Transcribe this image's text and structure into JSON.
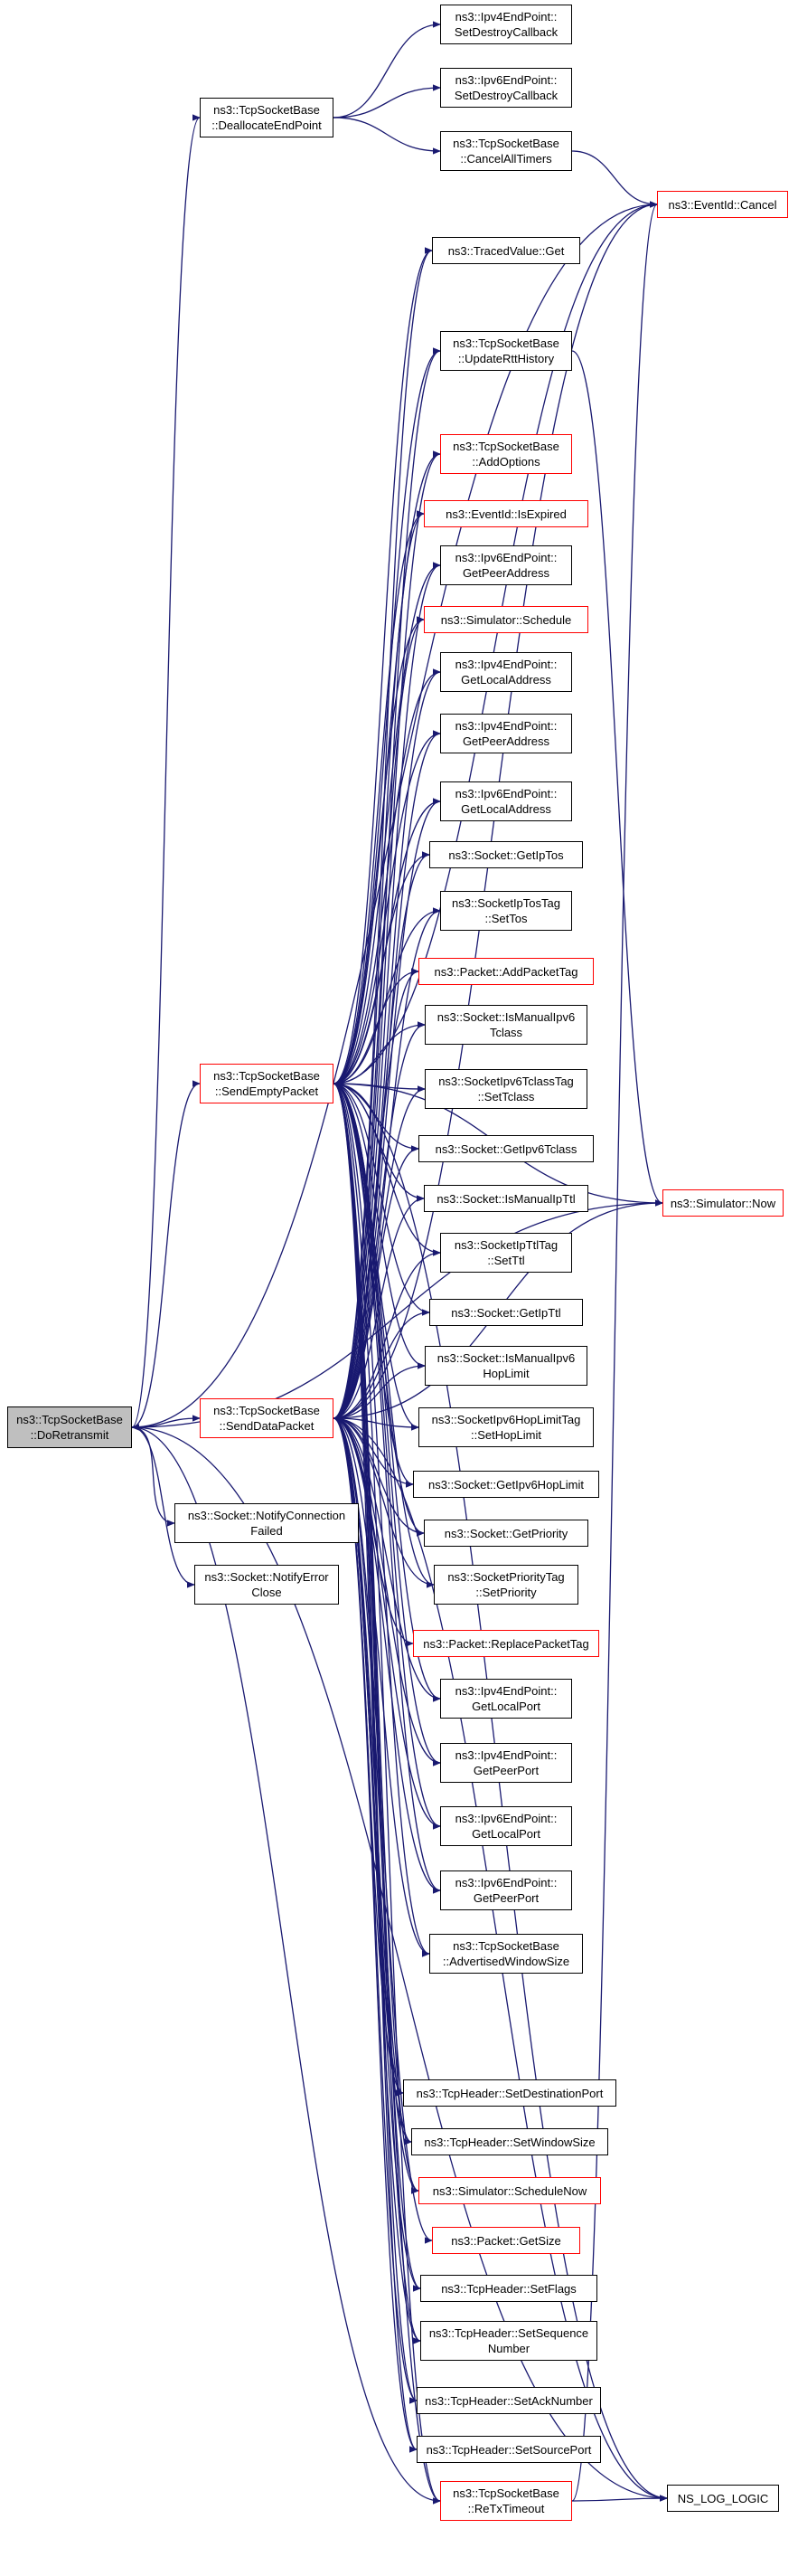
{
  "diagram": {
    "colors": {
      "edge": "#191970",
      "normal_border": "#000000",
      "truncated_border": "#ff0000",
      "root_fill": "#bfbfbf"
    },
    "nodes": {
      "do_retransmit": {
        "lines": [
          "ns3::TcpSocketBase",
          "::DoRetransmit"
        ],
        "style": "root"
      },
      "deallocate": {
        "lines": [
          "ns3::TcpSocketBase",
          "::DeallocateEndPoint"
        ],
        "style": "normal"
      },
      "send_empty": {
        "lines": [
          "ns3::TcpSocketBase",
          "::SendEmptyPacket"
        ],
        "style": "red"
      },
      "send_data": {
        "lines": [
          "ns3::TcpSocketBase",
          "::SendDataPacket"
        ],
        "style": "red"
      },
      "notify_conn_failed": {
        "lines": [
          "ns3::Socket::NotifyConnection",
          "Failed"
        ],
        "style": "normal"
      },
      "notify_error_close": {
        "lines": [
          "ns3::Socket::NotifyError",
          "Close"
        ],
        "style": "normal"
      },
      "ipv4_set_destroy": {
        "lines": [
          "ns3::Ipv4EndPoint::",
          "SetDestroyCallback"
        ],
        "style": "normal"
      },
      "ipv6_set_destroy": {
        "lines": [
          "ns3::Ipv6EndPoint::",
          "SetDestroyCallback"
        ],
        "style": "normal"
      },
      "cancel_all_timers": {
        "lines": [
          "ns3::TcpSocketBase",
          "::CancelAllTimers"
        ],
        "style": "normal"
      },
      "eventid_cancel": {
        "lines": [
          "ns3::EventId::Cancel"
        ],
        "style": "red"
      },
      "traced_get": {
        "lines": [
          "ns3::TracedValue::Get"
        ],
        "style": "normal"
      },
      "update_rtt": {
        "lines": [
          "ns3::TcpSocketBase",
          "::UpdateRttHistory"
        ],
        "style": "normal"
      },
      "add_options": {
        "lines": [
          "ns3::TcpSocketBase",
          "::AddOptions"
        ],
        "style": "red"
      },
      "is_expired": {
        "lines": [
          "ns3::EventId::IsExpired"
        ],
        "style": "red"
      },
      "ipv6_peer_addr": {
        "lines": [
          "ns3::Ipv6EndPoint::",
          "GetPeerAddress"
        ],
        "style": "normal"
      },
      "sim_schedule": {
        "lines": [
          "ns3::Simulator::Schedule"
        ],
        "style": "red"
      },
      "ipv4_local_addr": {
        "lines": [
          "ns3::Ipv4EndPoint::",
          "GetLocalAddress"
        ],
        "style": "normal"
      },
      "ipv4_peer_addr": {
        "lines": [
          "ns3::Ipv4EndPoint::",
          "GetPeerAddress"
        ],
        "style": "normal"
      },
      "ipv6_local_addr": {
        "lines": [
          "ns3::Ipv6EndPoint::",
          "GetLocalAddress"
        ],
        "style": "normal"
      },
      "get_ip_tos": {
        "lines": [
          "ns3::Socket::GetIpTos"
        ],
        "style": "normal"
      },
      "iptos_set": {
        "lines": [
          "ns3::SocketIpTosTag",
          "::SetTos"
        ],
        "style": "normal"
      },
      "add_packet_tag": {
        "lines": [
          "ns3::Packet::AddPacketTag"
        ],
        "style": "red"
      },
      "is_manual_ipv6_tclass": {
        "lines": [
          "ns3::Socket::IsManualIpv6",
          "Tclass"
        ],
        "style": "normal"
      },
      "ipv6tclass_set": {
        "lines": [
          "ns3::SocketIpv6TclassTag",
          "::SetTclass"
        ],
        "style": "normal"
      },
      "get_ipv6_tclass": {
        "lines": [
          "ns3::Socket::GetIpv6Tclass"
        ],
        "style": "normal"
      },
      "is_manual_ipttl": {
        "lines": [
          "ns3::Socket::IsManualIpTtl"
        ],
        "style": "normal"
      },
      "ipttl_set": {
        "lines": [
          "ns3::SocketIpTtlTag",
          "::SetTtl"
        ],
        "style": "normal"
      },
      "get_ipttl": {
        "lines": [
          "ns3::Socket::GetIpTtl"
        ],
        "style": "normal"
      },
      "is_manual_ipv6_hop": {
        "lines": [
          "ns3::Socket::IsManualIpv6",
          "HopLimit"
        ],
        "style": "normal"
      },
      "ipv6hop_set": {
        "lines": [
          "ns3::SocketIpv6HopLimitTag",
          "::SetHopLimit"
        ],
        "style": "normal"
      },
      "get_ipv6_hop": {
        "lines": [
          "ns3::Socket::GetIpv6HopLimit"
        ],
        "style": "normal"
      },
      "get_priority": {
        "lines": [
          "ns3::Socket::GetPriority"
        ],
        "style": "normal"
      },
      "priority_set": {
        "lines": [
          "ns3::SocketPriorityTag",
          "::SetPriority"
        ],
        "style": "normal"
      },
      "replace_packet_tag": {
        "lines": [
          "ns3::Packet::ReplacePacketTag"
        ],
        "style": "red"
      },
      "ipv4_local_port": {
        "lines": [
          "ns3::Ipv4EndPoint::",
          "GetLocalPort"
        ],
        "style": "normal"
      },
      "ipv4_peer_port": {
        "lines": [
          "ns3::Ipv4EndPoint::",
          "GetPeerPort"
        ],
        "style": "normal"
      },
      "ipv6_local_port": {
        "lines": [
          "ns3::Ipv6EndPoint::",
          "GetLocalPort"
        ],
        "style": "normal"
      },
      "ipv6_peer_port": {
        "lines": [
          "ns3::Ipv6EndPoint::",
          "GetPeerPort"
        ],
        "style": "normal"
      },
      "adv_window": {
        "lines": [
          "ns3::TcpSocketBase",
          "::AdvertisedWindowSize"
        ],
        "style": "normal"
      },
      "sim_now": {
        "lines": [
          "ns3::Simulator::Now"
        ],
        "style": "red"
      },
      "set_dest_port": {
        "lines": [
          "ns3::TcpHeader::SetDestinationPort"
        ],
        "style": "normal"
      },
      "set_window_size": {
        "lines": [
          "ns3::TcpHeader::SetWindowSize"
        ],
        "style": "normal"
      },
      "schedule_now": {
        "lines": [
          "ns3::Simulator::ScheduleNow"
        ],
        "style": "red"
      },
      "get_size": {
        "lines": [
          "ns3::Packet::GetSize"
        ],
        "style": "red"
      },
      "set_flags": {
        "lines": [
          "ns3::TcpHeader::SetFlags"
        ],
        "style": "normal"
      },
      "set_seq": {
        "lines": [
          "ns3::TcpHeader::SetSequence",
          "Number"
        ],
        "style": "normal"
      },
      "set_ack": {
        "lines": [
          "ns3::TcpHeader::SetAckNumber"
        ],
        "style": "normal"
      },
      "set_src_port": {
        "lines": [
          "ns3::TcpHeader::SetSourcePort"
        ],
        "style": "normal"
      },
      "retx_timeout": {
        "lines": [
          "ns3::TcpSocketBase",
          "::ReTxTimeout"
        ],
        "style": "red"
      },
      "ns_log_logic": {
        "lines": [
          "NS_LOG_LOGIC"
        ],
        "style": "normal"
      }
    }
  }
}
